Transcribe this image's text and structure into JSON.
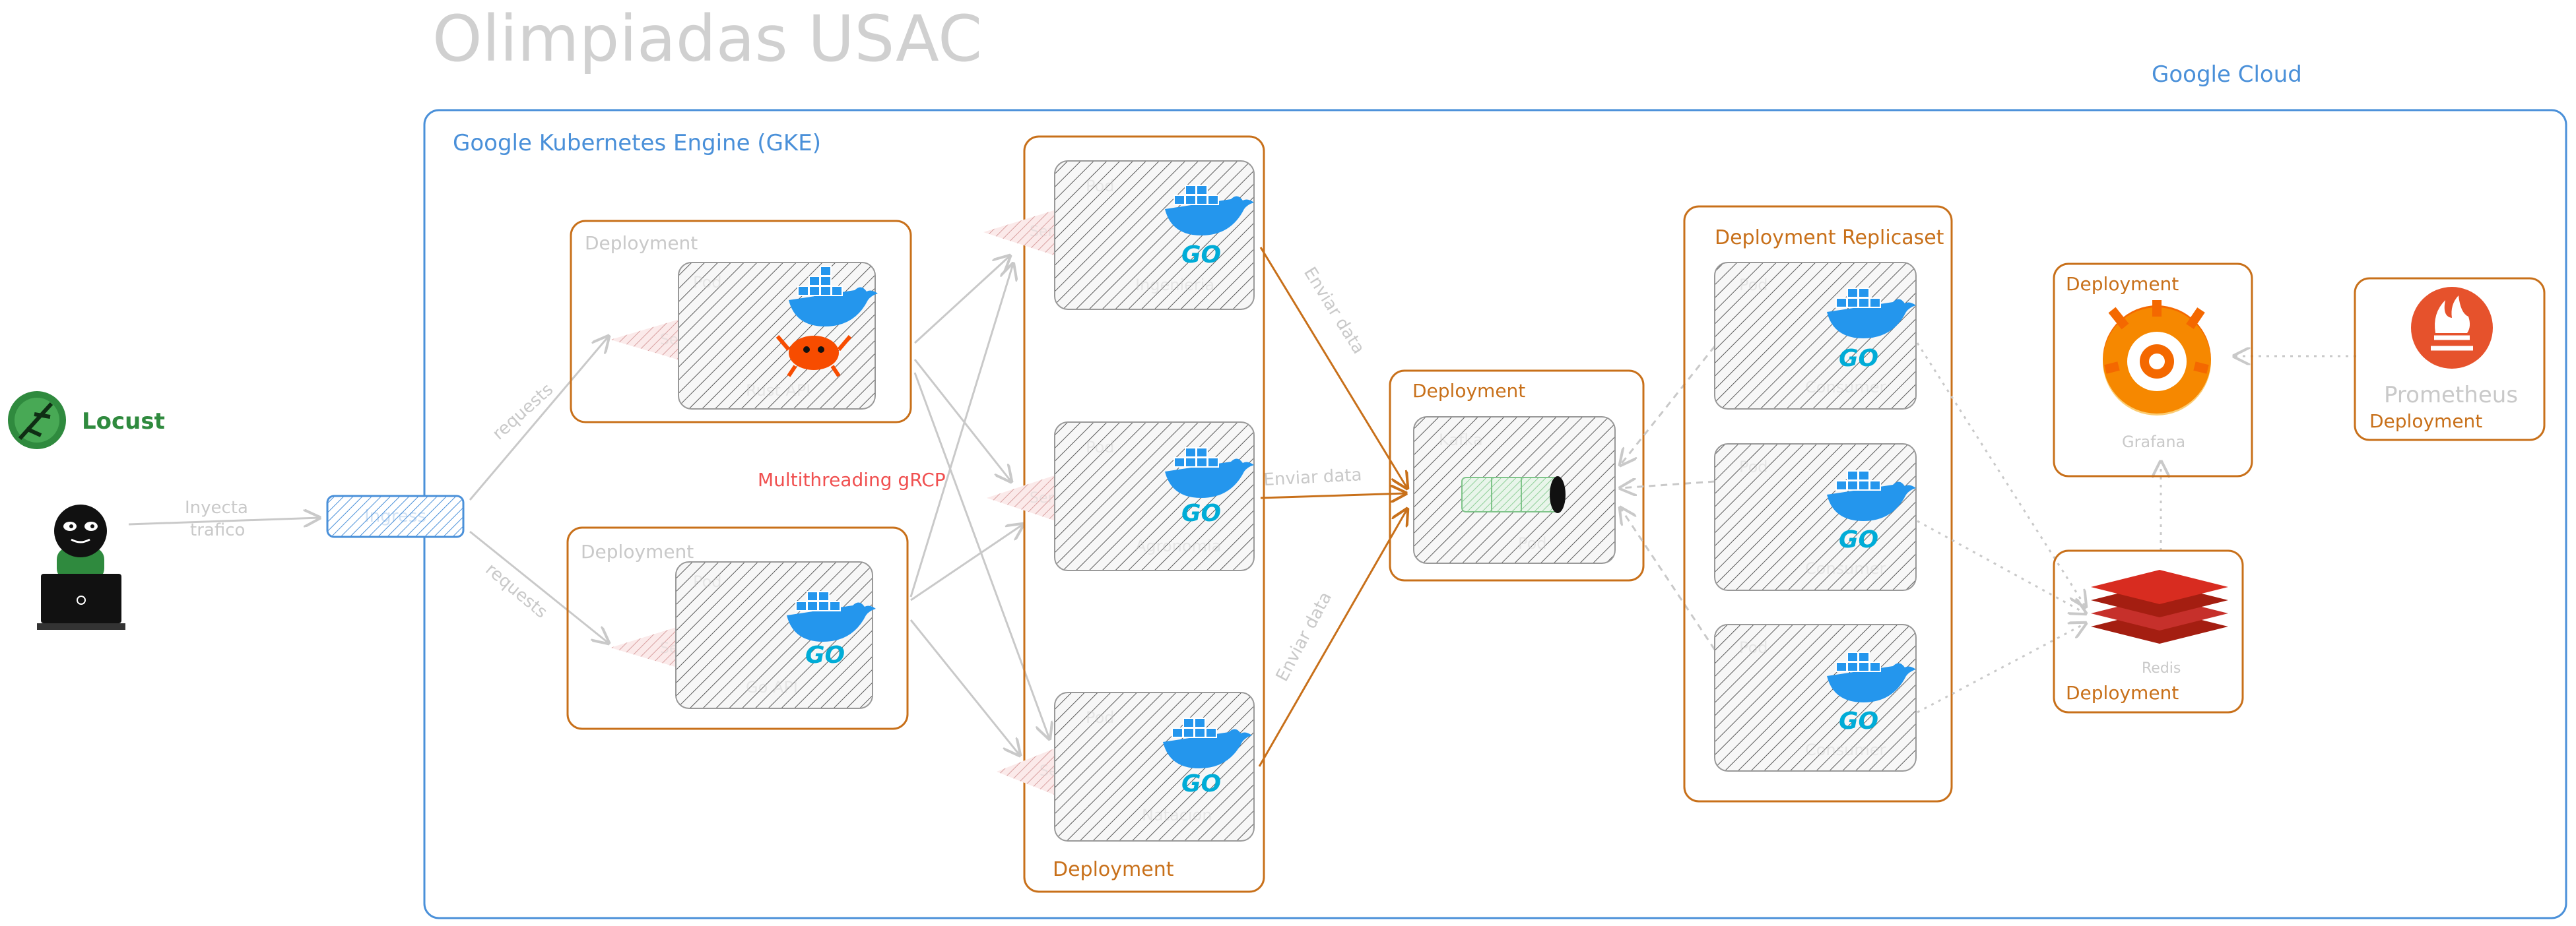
{
  "title": "Olimpiadas USAC",
  "cloud": {
    "label": "Google Cloud"
  },
  "cluster": {
    "label": "Google Kubernetes Engine (GKE)"
  },
  "client": {
    "label": "Locust",
    "inject_label_1": "Inyecta",
    "inject_label_2": "trafico"
  },
  "ingress": {
    "label": "Ingress"
  },
  "edges": {
    "requests": "requests",
    "enviar_data": "Enviar data",
    "multithreading": "Multithreading gRCP"
  },
  "deployments": {
    "rust": {
      "label": "Deployment",
      "service": "Service",
      "pod": "Pod",
      "name": "Rust API"
    },
    "go": {
      "label": "Deployment",
      "service": "Service",
      "pod": "Pod",
      "name": "Go API"
    },
    "grpc": {
      "label": "Deployment",
      "services": [
        "Service",
        "Service",
        "Service"
      ],
      "pods": [
        "Pod",
        "Pod",
        "Pod"
      ],
      "names": [
        "Ingenieria",
        "Agronomia",
        "Natacion"
      ]
    },
    "kafka": {
      "label": "Deployment",
      "name": "Kafka",
      "pod": "Pod"
    },
    "consumers": {
      "label": "Deployment Replicaset",
      "pods": [
        "Pod",
        "Pod",
        "Pod"
      ],
      "names": [
        "Consumer",
        "Consumer",
        "Consumer"
      ]
    },
    "grafana": {
      "label": "Deployment",
      "name": "Grafana"
    },
    "prometheus": {
      "label": "Deployment",
      "name": "Prometheus"
    },
    "redis": {
      "label": "Deployment",
      "name": "Redis"
    }
  },
  "colors": {
    "cloud_blue": "#4a90d9",
    "deploy_orange": "#c8701a",
    "arrow_grey": "#c9c9c9",
    "red_text": "#f05050",
    "docker_blue": "#2496ed",
    "go_cyan": "#00acd7",
    "locust_green": "#2f8a3e"
  }
}
